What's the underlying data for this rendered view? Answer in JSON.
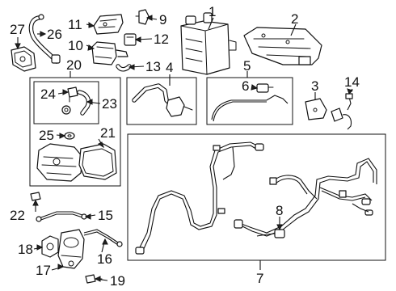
{
  "diagram": {
    "callouts": [
      {
        "key": "c1",
        "label": "1"
      },
      {
        "key": "c2",
        "label": "2"
      },
      {
        "key": "c3",
        "label": "3"
      },
      {
        "key": "c4",
        "label": "4"
      },
      {
        "key": "c5",
        "label": "5"
      },
      {
        "key": "c6",
        "label": "6"
      },
      {
        "key": "c7",
        "label": "7"
      },
      {
        "key": "c8",
        "label": "8"
      },
      {
        "key": "c9",
        "label": "9"
      },
      {
        "key": "c10",
        "label": "10"
      },
      {
        "key": "c11",
        "label": "11"
      },
      {
        "key": "c12",
        "label": "12"
      },
      {
        "key": "c13",
        "label": "13"
      },
      {
        "key": "c14",
        "label": "14"
      },
      {
        "key": "c15",
        "label": "15"
      },
      {
        "key": "c16",
        "label": "16"
      },
      {
        "key": "c17",
        "label": "17"
      },
      {
        "key": "c18",
        "label": "18"
      },
      {
        "key": "c19",
        "label": "19"
      },
      {
        "key": "c20",
        "label": "20"
      },
      {
        "key": "c21",
        "label": "21"
      },
      {
        "key": "c22",
        "label": "22"
      },
      {
        "key": "c23",
        "label": "23"
      },
      {
        "key": "c24",
        "label": "24"
      },
      {
        "key": "c25",
        "label": "25"
      },
      {
        "key": "c26",
        "label": "26"
      },
      {
        "key": "c27",
        "label": "27"
      }
    ],
    "groups": [
      {
        "key": "box-20",
        "callout": "20"
      },
      {
        "key": "inner-box-24-23",
        "callout": "24"
      },
      {
        "key": "box-4",
        "callout": "4"
      },
      {
        "key": "box-5",
        "callout": "5"
      },
      {
        "key": "box-7",
        "callout": "7"
      }
    ]
  }
}
